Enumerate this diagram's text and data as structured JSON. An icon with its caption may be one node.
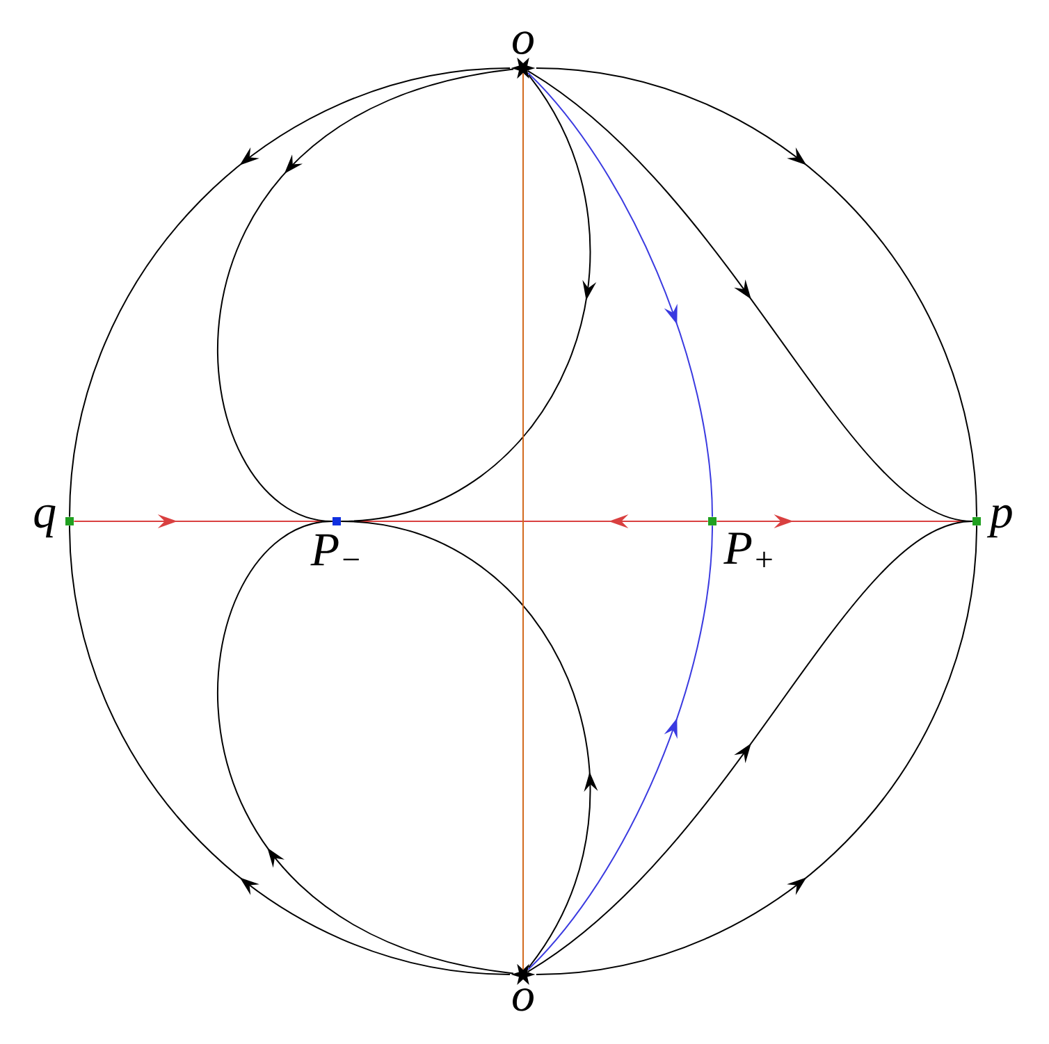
{
  "diagram": {
    "nodes": [
      {
        "text": [
          "o"
        ]
      },
      {
        "text": [
          "q"
        ]
      },
      {
        "text": [
          "P$_{−}$"
        ]
      },
      {
        "text": [
          "P$_{+}$"
        ]
      },
      {
        "text": [
          "p"
        ]
      },
      {
        "text": [
          "o"
        ]
      }
    ],
    "edges": [
      {
        "from": 0,
        "to": 1,
        "arrow": "to"
      },
      {
        "from": 5,
        "to": 1,
        "arrow": "to"
      },
      {
        "from": 0,
        "to": 4,
        "arrow": "to"
      },
      {
        "from": 5,
        "to": 4,
        "arrow": "to"
      },
      {
        "from": 1,
        "to": 2,
        "arrow": "to",
        "color": "#d94040"
      },
      {
        "from": 3,
        "to": 2,
        "arrow": "to",
        "color": "#d94040"
      },
      {
        "from": 3,
        "to": 4,
        "arrow": "to",
        "color": "#d94040"
      },
      {
        "from": 0,
        "to": 3,
        "arrow": "to",
        "color": "#3a3ae0"
      },
      {
        "from": 5,
        "to": 3,
        "arrow": "to",
        "color": "#3a3ae0"
      },
      {
        "from": 0,
        "to": 4,
        "arrow": "to"
      },
      {
        "from": 5,
        "to": 4,
        "arrow": "to"
      },
      {
        "from": 0,
        "to": 2,
        "arrow": "to"
      },
      {
        "from": 0,
        "to": 2,
        "arrow": "to"
      },
      {
        "from": 5,
        "to": 2,
        "arrow": "to"
      },
      {
        "from": 5,
        "to": 2,
        "arrow": "to"
      },
      {
        "from": 0,
        "to": 5,
        "arrow": "none",
        "color": "#d2691e"
      }
    ]
  }
}
